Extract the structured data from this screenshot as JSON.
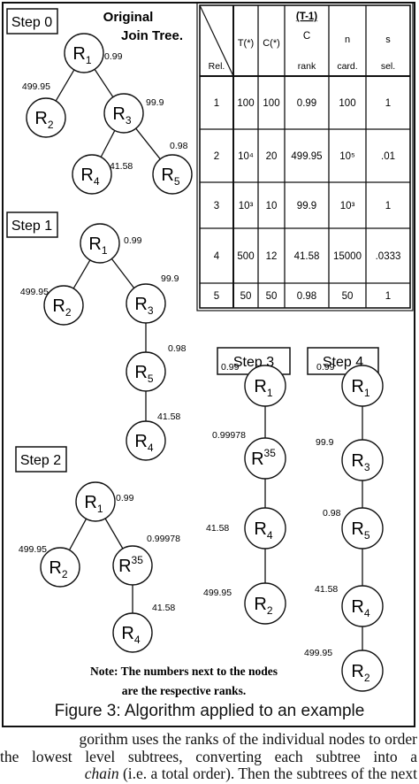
{
  "figure": {
    "caption": "Figure 3: Algorithm applied to an example",
    "note_line1": "Note: The numbers next to the nodes",
    "note_line2": "are the respective ranks.",
    "title_line1": "Original",
    "title_line2": "Join Tree.",
    "step_labels": {
      "s0": "Step 0",
      "s1": "Step 1",
      "s2": "Step 2",
      "s3": "Step 3",
      "s4": "Step 4"
    }
  },
  "table": {
    "corner_label": "Rel.",
    "headers": [
      {
        "id": "t",
        "main": "T(*)",
        "sub": ""
      },
      {
        "id": "c",
        "main": "C(*)",
        "sub": ""
      },
      {
        "id": "rank",
        "main": "(T-1)",
        "frac": "C",
        "sub": "rank"
      },
      {
        "id": "n",
        "main": "n",
        "sub": "card."
      },
      {
        "id": "s",
        "main": "s",
        "sub": "sel."
      }
    ],
    "rows": [
      {
        "rel": "1",
        "t": "100",
        "c": "100",
        "rank": "0.99",
        "n": "100",
        "s": "1"
      },
      {
        "rel": "2",
        "t": "10⁴",
        "c": "20",
        "rank": "499.95",
        "n": "10⁵",
        "s": ".01"
      },
      {
        "rel": "3",
        "t": "10³",
        "c": "10",
        "rank": "99.9",
        "n": "10³",
        "s": "1"
      },
      {
        "rel": "4",
        "t": "500",
        "c": "12",
        "rank": "41.58",
        "n": "15000",
        "s": ".0333"
      },
      {
        "rel": "5",
        "t": "50",
        "c": "50",
        "rank": "0.98",
        "n": "50",
        "s": "1"
      }
    ]
  },
  "trees": {
    "step0": {
      "R1": {
        "base": "R",
        "sub": "1",
        "rank": "0.99"
      },
      "R2": {
        "base": "R",
        "sub": "2",
        "rank": "499.95"
      },
      "R3": {
        "base": "R",
        "sub": "3",
        "rank": "99.9"
      },
      "R4": {
        "base": "R",
        "sub": "4",
        "rank": "41.58"
      },
      "R5": {
        "base": "R",
        "sub": "5",
        "rank": "0.98"
      }
    },
    "step1": {
      "R1": {
        "base": "R",
        "sub": "1",
        "rank": "0.99"
      },
      "R2": {
        "base": "R",
        "sub": "2",
        "rank": "499.95"
      },
      "R3": {
        "base": "R",
        "sub": "3",
        "rank": "99.9"
      },
      "R5": {
        "base": "R",
        "sub": "5",
        "rank": "0.98"
      },
      "R4": {
        "base": "R",
        "sub": "4",
        "rank": "41.58"
      }
    },
    "step2": {
      "R1": {
        "base": "R",
        "sub": "1",
        "rank": "0.99"
      },
      "R2": {
        "base": "R",
        "sub": "2",
        "rank": "499.95"
      },
      "R35": {
        "base": "R",
        "sup": "35",
        "rank": "0.99978"
      },
      "R4": {
        "base": "R",
        "sub": "4",
        "rank": "41.58"
      }
    },
    "step3": {
      "R1": {
        "base": "R",
        "sub": "1",
        "rank": "0.99"
      },
      "R35": {
        "base": "R",
        "sup": "35",
        "rank": "0.99978"
      },
      "R4": {
        "base": "R",
        "sub": "4",
        "rank": "41.58"
      },
      "R2": {
        "base": "R",
        "sub": "2",
        "rank": "499.95"
      }
    },
    "step4": {
      "R1": {
        "base": "R",
        "sub": "1",
        "rank": "0.99"
      },
      "R3": {
        "base": "R",
        "sub": "3",
        "rank": "99.9"
      },
      "R5": {
        "base": "R",
        "sub": "5",
        "rank": "0.98"
      },
      "R4": {
        "base": "R",
        "sub": "4",
        "rank": "41.58"
      },
      "R2": {
        "base": "R",
        "sub": "2",
        "rank": "499.95"
      }
    }
  },
  "body_text": {
    "line1": "gorithm uses the ranks of the individual nodes to order",
    "line2": "the lowest level subtrees, converting each subtree into a",
    "line3_italic": "chain",
    "line3_rest": " (i.e. a total order). Then the subtrees of the next"
  }
}
